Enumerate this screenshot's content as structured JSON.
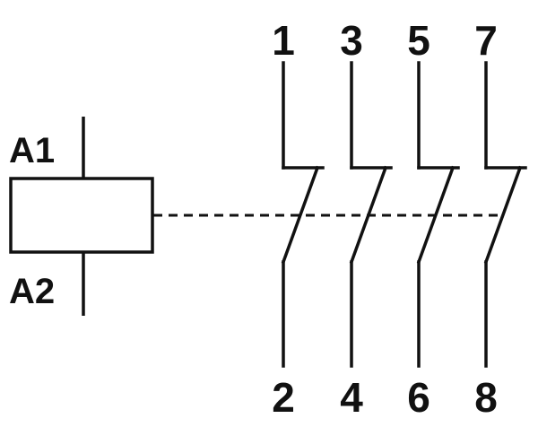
{
  "diagram": {
    "stroke_color": "#111111",
    "background_color": "#ffffff",
    "coil": {
      "label_top": "A1",
      "label_bottom": "A2"
    },
    "contacts": [
      {
        "top": "1",
        "bottom": "2"
      },
      {
        "top": "3",
        "bottom": "4"
      },
      {
        "top": "5",
        "bottom": "6"
      },
      {
        "top": "7",
        "bottom": "8"
      }
    ]
  }
}
